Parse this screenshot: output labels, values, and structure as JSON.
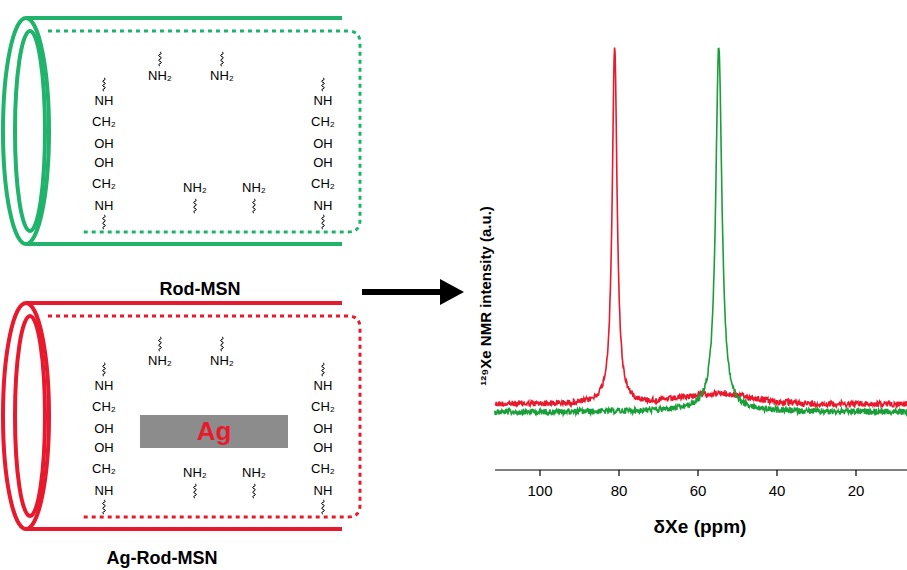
{
  "diagram": {
    "nodes": [
      {
        "text": [
          "Rod-MSN"
        ]
      },
      {
        "text": [
          "Ag-Rod-MSN"
        ]
      },
      {
        "text": [
          "Ag"
        ],
        "in": 1
      }
    ],
    "labels": [
      "NH",
      "CH₂",
      "OH",
      "OH",
      "CH₂",
      "NH",
      "NH₂",
      "NH₂",
      "NH₂",
      "NH₂",
      "NH",
      "CH₂",
      "OH",
      "OH",
      "CH₂",
      "NH",
      "NH",
      "CH₂",
      "OH",
      "OH",
      "CH₂",
      "NH",
      "NH₂",
      "NH₂",
      "NH₂",
      "NH₂",
      "NH",
      "CH₂",
      "OH",
      "OH",
      "CH₂",
      "NH",
      "¹²⁹Xe NMR intensity (a.u.)",
      "100",
      "80",
      "60",
      "40",
      "20",
      "δXe (ppm)"
    ]
  }
}
